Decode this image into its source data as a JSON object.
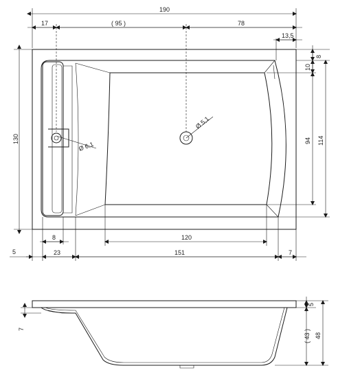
{
  "title": "",
  "top_view": {
    "overall_width": "190",
    "seg_left": "17",
    "seg_middle": "( 95 )",
    "seg_right": "78",
    "right_offset": "13,5",
    "height": "130",
    "inner_height": "114",
    "basin_height": "94",
    "top_gap_1": "8",
    "top_gap_2": "10",
    "basin_width": "120",
    "drain_left": "Ø 6,1",
    "drain_center": "Ø 5,1",
    "bottom_rim_left": "5",
    "bottom_seat": "23",
    "bottom_seat_inner": "8",
    "bottom_main": "151",
    "bottom_rim_right": "7"
  },
  "side_view": {
    "left_height": "7",
    "rim": "5",
    "inner_depth": "( 43 )",
    "total_depth": "48"
  }
}
